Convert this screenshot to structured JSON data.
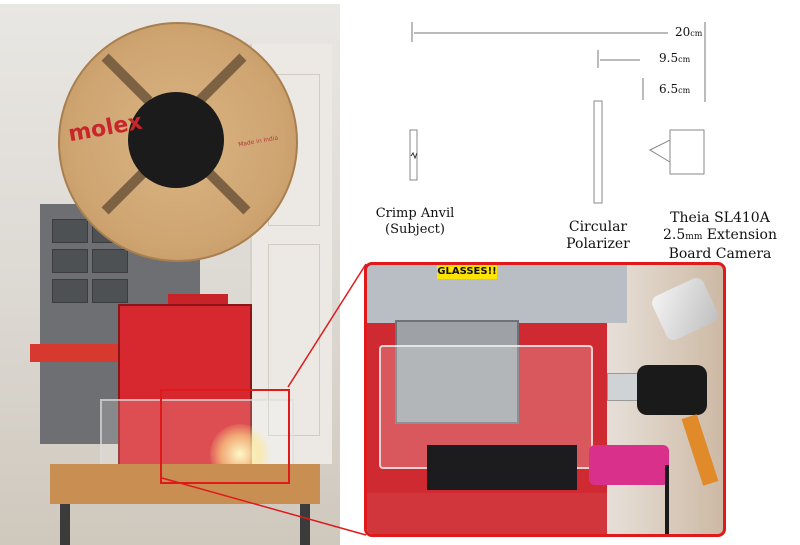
{
  "photo": {
    "reel_logo": "molex",
    "reel_made_text": "Made in India",
    "inset_warning": "GLASSES!!"
  },
  "diagram": {
    "measurements": [
      {
        "value": "20",
        "unit": "cm"
      },
      {
        "value": "9.5",
        "unit": "cm"
      },
      {
        "value": "6.5",
        "unit": "cm"
      }
    ],
    "components": {
      "anvil": {
        "line1": "Crimp Anvil",
        "line2": "(Subject)"
      },
      "polarizer": {
        "line1": "Circular",
        "line2": "Polarizer"
      },
      "camera": {
        "line1": "Theia SL410A",
        "line2_value": "2.5",
        "line2_unit": "mm",
        "line2_rest": " Extension",
        "line3": "Board Camera"
      }
    }
  },
  "colors": {
    "highlight": "#e01a1a",
    "machine_red": "#d6282e",
    "reel_tan": "#cfa572"
  }
}
